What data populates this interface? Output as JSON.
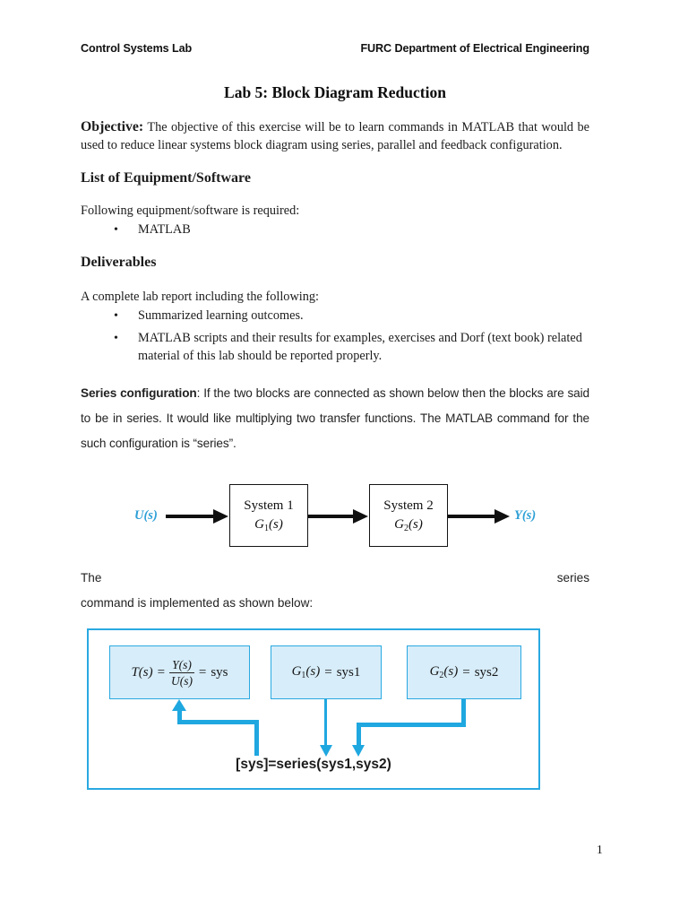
{
  "header": {
    "left": "Control Systems Lab",
    "right": "FURC Department of Electrical Engineering"
  },
  "title": "Lab 5: Block Diagram Reduction",
  "objective": {
    "label": "Objective:",
    "body": "The objective of this exercise will be to learn commands in MATLAB that would be used to reduce linear systems block diagram using series, parallel and feedback configuration."
  },
  "equipment": {
    "heading": "List of Equipment/Software",
    "intro": "Following equipment/software is required:",
    "items": [
      "MATLAB"
    ]
  },
  "deliverables": {
    "heading": "Deliverables",
    "intro": "A complete lab report including the following:",
    "items": [
      "Summarized learning outcomes.",
      "MATLAB scripts and their results for examples, exercises and Dorf (text book) related material of this lab should be reported properly."
    ]
  },
  "series": {
    "label": "Series configuration",
    "body": ": If the two blocks are connected as shown below then the blocks are said to be in series. It would like multiplying two transfer functions. The MATLAB command for the such configuration is “series”.",
    "the_word": "The",
    "series_word": "series",
    "command_line": "command is implemented as shown below:"
  },
  "block_diagram": {
    "input_label": "U(s)",
    "output_label": "Y(s)",
    "blocks": [
      {
        "name": "System 1",
        "tf_base": "G",
        "tf_sub": "1",
        "tf_arg": "(s)"
      },
      {
        "name": "System 2",
        "tf_base": "G",
        "tf_sub": "2",
        "tf_arg": "(s)"
      }
    ]
  },
  "series_figure": {
    "eq_t": {
      "lhs": "T(s)",
      "eq1": "=",
      "num": "Y(s)",
      "den": "U(s)",
      "eq2": "=",
      "rhs": "sys"
    },
    "eq_g1": {
      "base": "G",
      "sub": "1",
      "arg": "(s)",
      "eq": "=",
      "rhs": "sys1"
    },
    "eq_g2": {
      "base": "G",
      "sub": "2",
      "arg": "(s)",
      "eq": "=",
      "rhs": "sys2"
    },
    "command": "[sys]=series(sys1,sys2)"
  },
  "page_number": "1",
  "colors": {
    "accent_cyan": "#29a9e1",
    "arrow_cyan": "#1fa7e0",
    "eq_box_fill": "#d7edf9",
    "signal_label_blue": "#2d9fd6",
    "text_black": "#1c1c1c"
  }
}
